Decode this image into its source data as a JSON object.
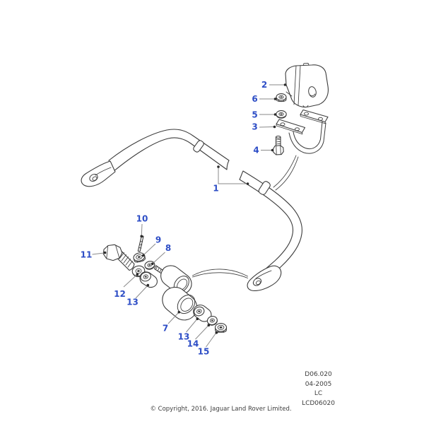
{
  "colors": {
    "background": "#ffffff",
    "line": "#3c3c3c",
    "leader": "#8a8a8a",
    "callout": "#2e4ec6",
    "footer_text": "#3d3d3d"
  },
  "callouts": [
    "2",
    "6",
    "5",
    "3",
    "4",
    "1",
    "10",
    "9",
    "8",
    "11",
    "12",
    "13",
    "7",
    "13",
    "14",
    "15"
  ],
  "footer": {
    "doc_code": "D06.020",
    "doc_date": "04-2005",
    "doc_line": "LC",
    "doc_id": "LCD06020",
    "copyright": "© Copyright, 2016. Jaguar Land Rover Limited."
  }
}
